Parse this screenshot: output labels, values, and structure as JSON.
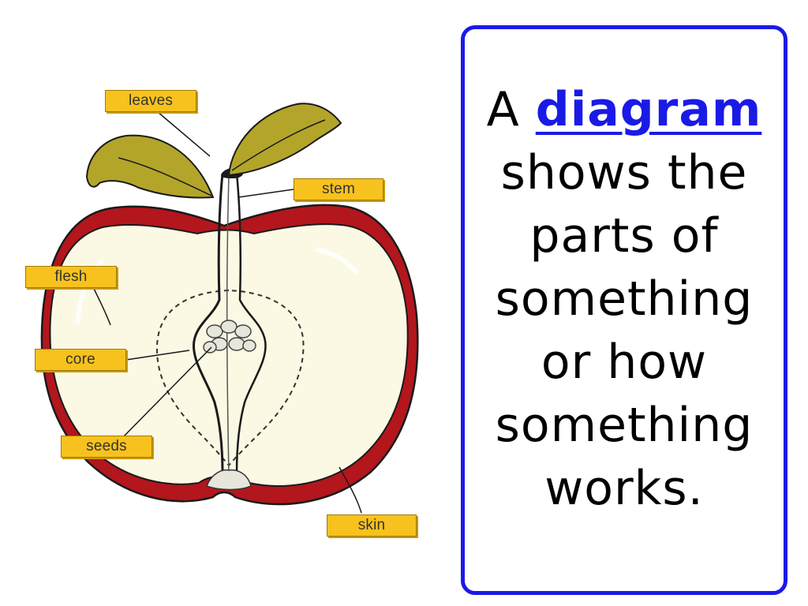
{
  "labels": {
    "leaves": "leaves",
    "stem": "stem",
    "flesh": "flesh",
    "core": "core",
    "seeds": "seeds",
    "skin": "skin"
  },
  "definition": {
    "prefix": "A",
    "keyword": "diagram",
    "lines": [
      "shows the",
      "parts of",
      "something",
      "or how",
      "something",
      "works."
    ]
  },
  "colors": {
    "card_border": "#1a1ae6",
    "keyword": "#1a1ae6",
    "label_fill": "#f7c21e",
    "leaf": "#b3a52a",
    "apple_flesh": "#fbf8e4",
    "apple_skin": "#b3161c"
  }
}
